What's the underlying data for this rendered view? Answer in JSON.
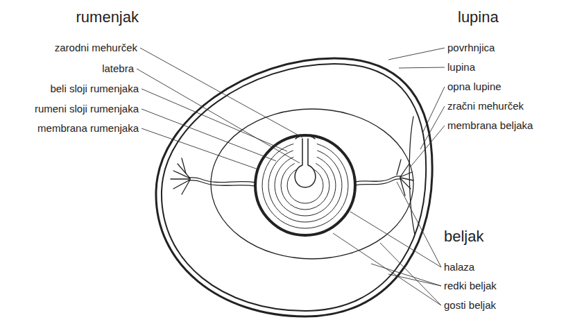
{
  "diagram": {
    "labels": [
      "rumenjak",
      "zarodni mehurček",
      "latebra",
      "beli sloji rumenjaka",
      "rumeni sloji rumenjaka",
      "membrana rumenjaka",
      "lupina",
      "povrhnjica",
      "lupina",
      "opna lupine",
      "zračni mehurček",
      "membrana beljaka",
      "beljak",
      "halaza",
      "redki beljak",
      "gosti beljak"
    ]
  }
}
